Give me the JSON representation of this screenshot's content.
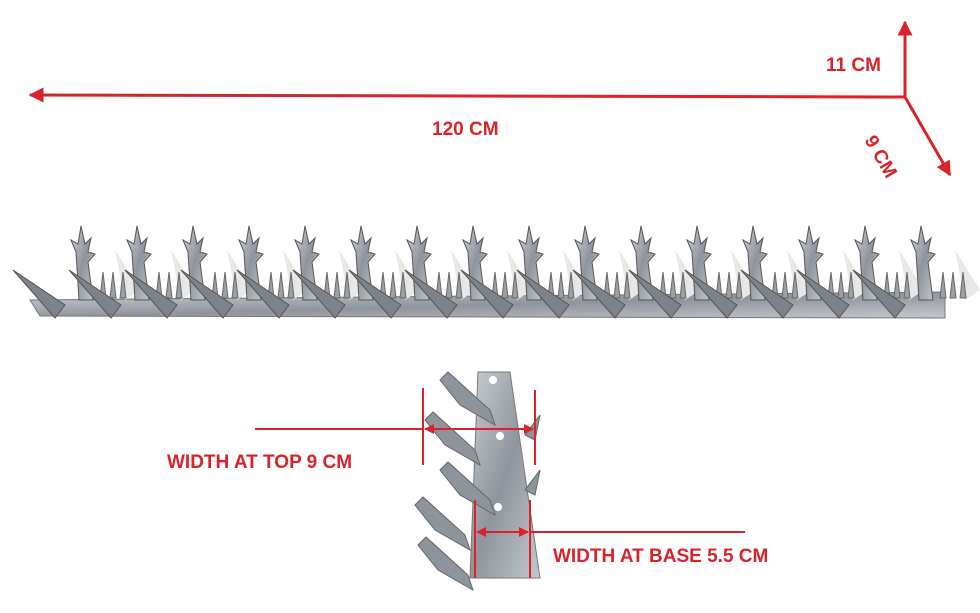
{
  "colors": {
    "annotation": "#d9232a",
    "metal": "#a9afb6",
    "metal_dark": "#6d737a",
    "shadow": "#e6e6e6"
  },
  "dimensions": {
    "length": "120 CM",
    "height": "11 CM",
    "depth": "9 CM",
    "width_top": "WIDTH AT TOP 9 CM",
    "width_base": "WIDTH AT BASE 5.5 CM"
  },
  "product": {
    "spike_count": 16
  }
}
